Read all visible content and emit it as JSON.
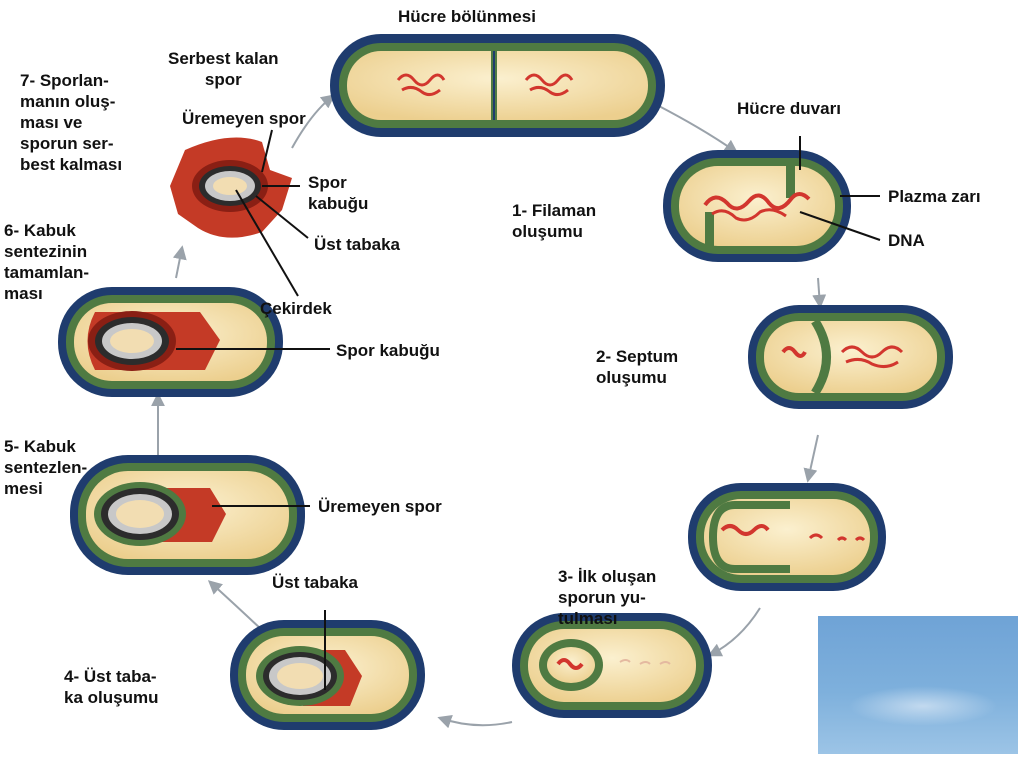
{
  "title": "Hücre bölünmesi",
  "stages": [
    {
      "id": "stage1",
      "text": "1- Filaman\noluşumu"
    },
    {
      "id": "stage2",
      "text": "2- Septum\noluşumu"
    },
    {
      "id": "stage3",
      "text": "3- İlk oluşan\nsporun yu-\ntulması"
    },
    {
      "id": "stage4",
      "text": "4- Üst taba-\nka oluşumu"
    },
    {
      "id": "stage5",
      "text": "5- Kabuk\nsentezlen-\nmesi"
    },
    {
      "id": "stage6",
      "text": "6- Kabuk\nsentezinin\ntamamlan-\nması"
    },
    {
      "id": "stage7",
      "text": "7- Sporlan-\nmanın oluş-\nması ve\nsporun ser-\nbest kalması"
    }
  ],
  "labels": {
    "free_spore": "Serbest kalan\nspor",
    "cell_wall": "Hücre duvarı",
    "plasma_membrane": "Plazma zarı",
    "dna": "DNA",
    "nongerm_spore_top": "Üremeyen spor",
    "spore_coat_small": "Spor\nkabuğu",
    "outer_layer_top": "Üst tabaka",
    "core": "Çekirdek",
    "spore_coat": "Spor kabuğu",
    "nongerm_spore": "Üremeyen spor",
    "outer_layer": "Üst tabaka"
  },
  "colors": {
    "capsule_outer": "#1f3c6e",
    "capsule_ring": "#4f7a42",
    "cytoplasm": "#f4e2b0",
    "dna": "#d2362e",
    "coat": "#c43a26",
    "arrow": "#9aa2aa"
  }
}
